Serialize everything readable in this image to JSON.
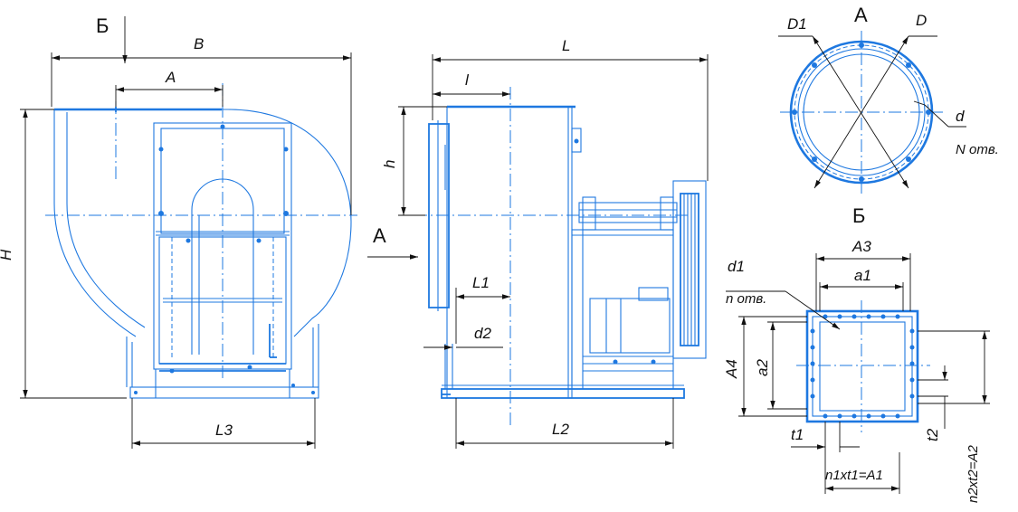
{
  "views": {
    "front": {
      "view_arrow_label": "Б",
      "dims": {
        "B": "B",
        "A": "A",
        "H": "H",
        "L3": "L3"
      }
    },
    "side": {
      "view_arrow_label": "A",
      "dims": {
        "L": "L",
        "l": "l",
        "h": "h",
        "L1": "L1",
        "d2": "d2",
        "L2": "L2"
      }
    },
    "view_a": {
      "title": "A",
      "dims": {
        "D1": "D1",
        "D": "D",
        "d": "d",
        "N_holes": "N отв."
      }
    },
    "view_b": {
      "title": "Б",
      "dims": {
        "A3": "A3",
        "a1": "a1",
        "d1": "d1",
        "n_holes": "n отв.",
        "A4": "A4",
        "a2": "a2",
        "t1": "t1",
        "t2": "t2",
        "n1_eq": "n1xt1=A1",
        "n2_eq": "n2xt2=A2"
      }
    }
  }
}
